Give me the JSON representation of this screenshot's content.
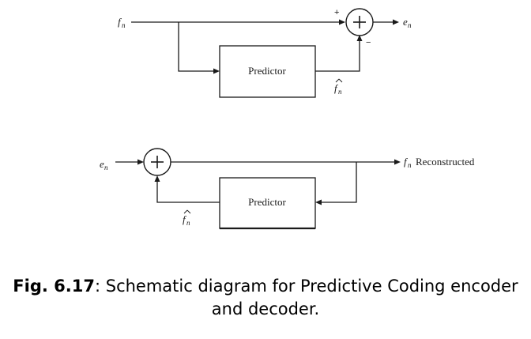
{
  "encoder": {
    "input_var": "f",
    "input_sub": "n",
    "output_var": "e",
    "output_sub": "n",
    "predictor_label": "Predictor",
    "prediction_var": "f",
    "prediction_sub": "n",
    "plus_sign": "+",
    "minus_sign": "−"
  },
  "decoder": {
    "input_var": "e",
    "input_sub": "n",
    "output_var": "f",
    "output_sub": "n",
    "output_text": "Reconstructed",
    "predictor_label": "Predictor",
    "prediction_var": "f",
    "prediction_sub": "n"
  },
  "caption": {
    "figure_number": "Fig. 6.17",
    "text": ": Schematic diagram for Predictive Coding encoder and decoder."
  }
}
